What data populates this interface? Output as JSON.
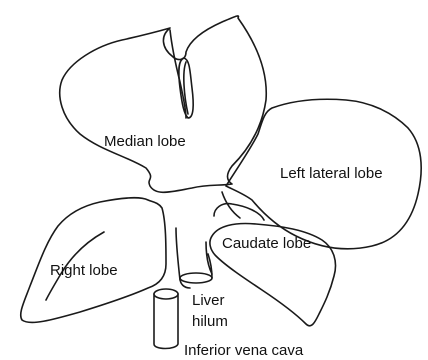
{
  "labels": {
    "median_lobe": "Median lobe",
    "left_lateral_lobe": "Left lateral lobe",
    "caudate_lobe": "Caudate lobe",
    "right_lobe": "Right lobe",
    "liver_hilum_line1": "Liver",
    "liver_hilum_line2": "hilum",
    "inferior_vena_cava": "Inferior vena cava"
  }
}
